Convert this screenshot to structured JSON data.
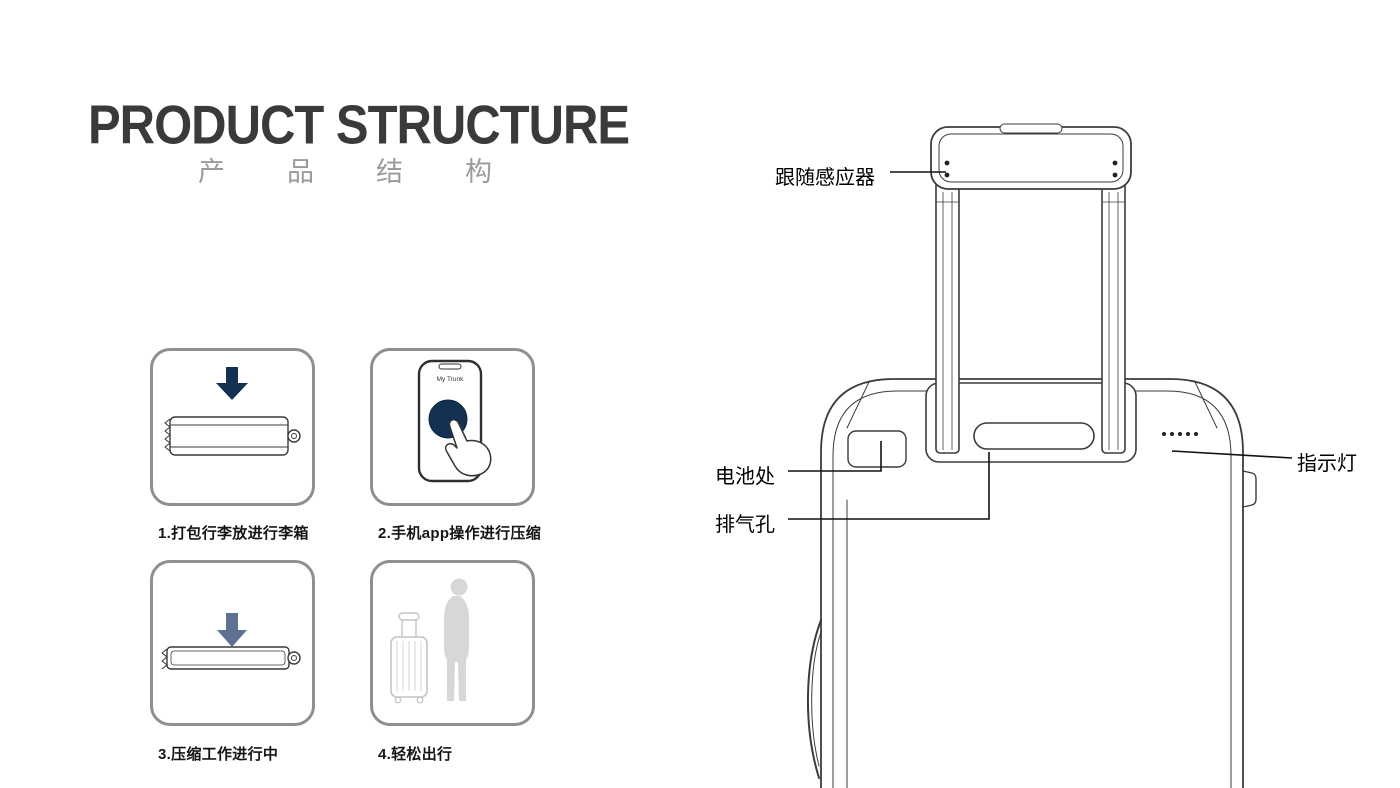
{
  "header": {
    "title": "PRODUCT STRUCTURE",
    "subtitle": "产品结构"
  },
  "steps": [
    {
      "caption": "1.打包行李放进行李箱"
    },
    {
      "caption": "2.手机app操作进行压缩",
      "screen_label": "My Trunk"
    },
    {
      "caption": "3.压缩工作进行中"
    },
    {
      "caption": "4.轻松出行"
    }
  ],
  "callouts": [
    {
      "label": "跟随感应器"
    },
    {
      "label": "电池处"
    },
    {
      "label": "排气孔"
    },
    {
      "label": "指示灯"
    }
  ],
  "colors": {
    "accent_navy": "#143052",
    "arrow_blue_gray": "#5e7190",
    "line_dark": "#3c3c3c",
    "card_border": "#8f8f8f",
    "subtitle_gray": "#9b9b9b",
    "silhouette_gray": "#d7d7d7"
  }
}
